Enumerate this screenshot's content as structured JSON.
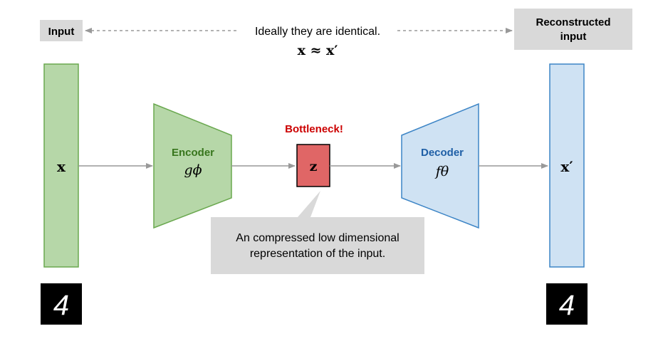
{
  "top": {
    "input_label": "Input",
    "reconstructed_label_line1": "Reconstructed",
    "reconstructed_label_line2": "input",
    "identical_note": "Ideally they are identical.",
    "approx_formula": "x ≈ x′"
  },
  "input_column": {
    "symbol": "x"
  },
  "encoder": {
    "title": "Encoder",
    "function": "gϕ"
  },
  "bottleneck": {
    "title": "Bottleneck!",
    "symbol": "z"
  },
  "decoder": {
    "title": "Decoder",
    "function": "fθ"
  },
  "output_column": {
    "symbol": "x′"
  },
  "callout": {
    "line1": "An compressed low dimensional",
    "line2": "representation of the input."
  },
  "digits": {
    "input_digit": "4",
    "output_digit": "4"
  },
  "colors": {
    "green_fill": "#b6d7a8",
    "green_stroke": "#6aa84f",
    "encoder_text": "#38761d",
    "blue_fill": "#cfe2f3",
    "blue_stroke": "#3d85c6",
    "decoder_text": "#1f5fa6",
    "bottleneck_fill": "#e06666",
    "bottleneck_text": "#cc0000",
    "gray_box": "#d9d9d9",
    "arrow": "#999999"
  }
}
